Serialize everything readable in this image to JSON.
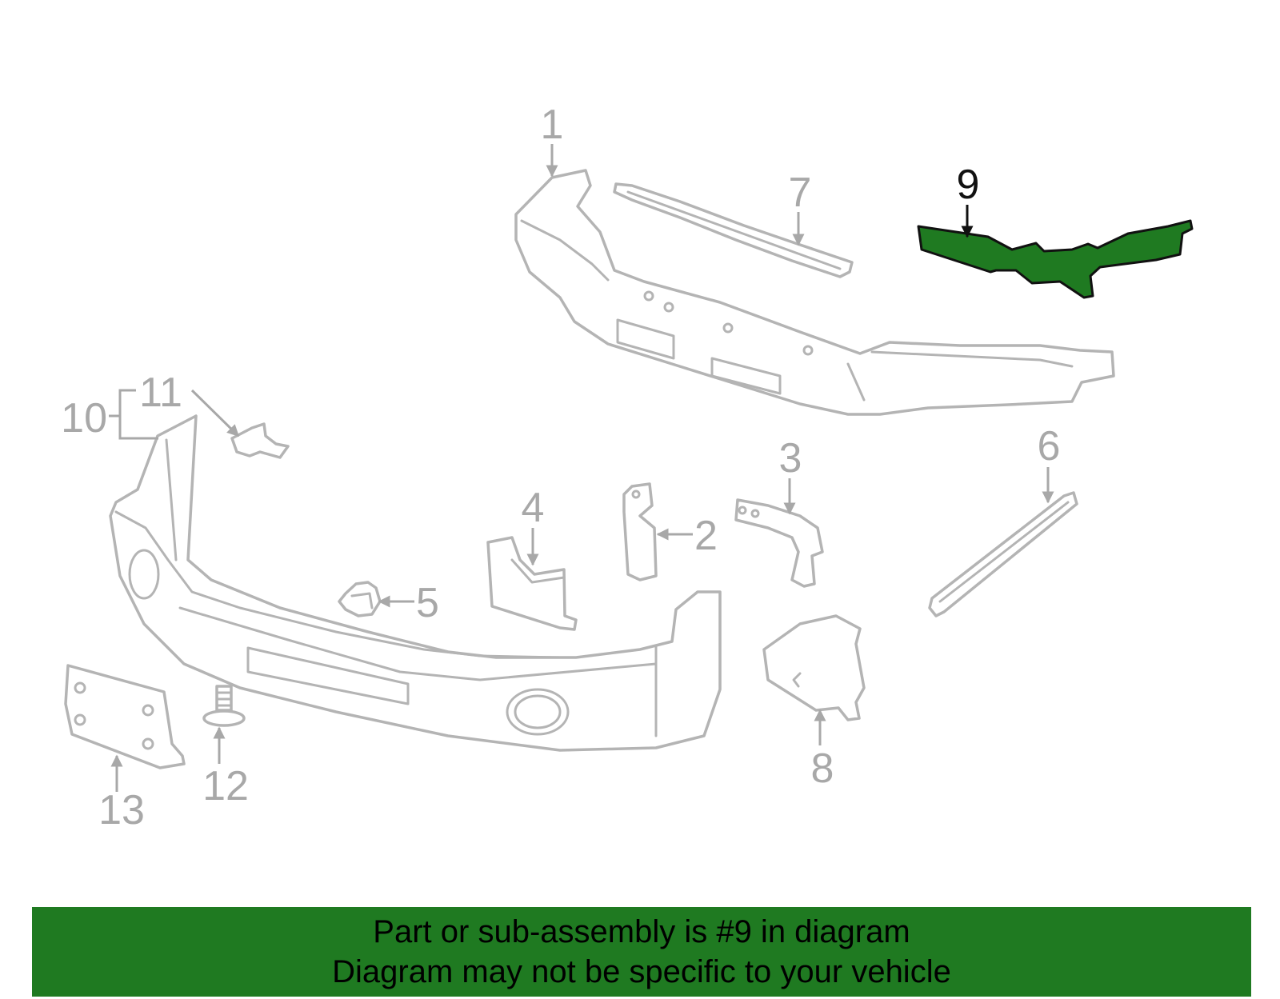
{
  "callouts": {
    "c1": "1",
    "c2": "2",
    "c3": "3",
    "c4": "4",
    "c5": "5",
    "c6": "6",
    "c7": "7",
    "c8": "8",
    "c9": "9",
    "c10": "10",
    "c11": "11",
    "c12": "12",
    "c13": "13"
  },
  "highlight_color": "#1f7a21",
  "banner": {
    "line1": "Part or sub-assembly is #9 in diagram",
    "line2": "Diagram may not be specific to your vehicle"
  }
}
